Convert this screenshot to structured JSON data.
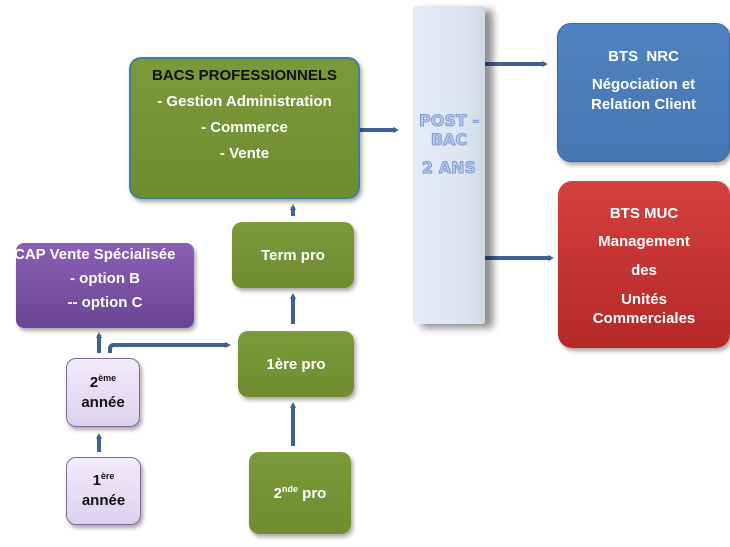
{
  "diagram": {
    "bacs_pro": {
      "title": "BACS PROFESSIONNELS",
      "items": [
        "- Gestion Administration",
        "- Commerce",
        "- Vente"
      ]
    },
    "term_pro": {
      "label": "Term pro"
    },
    "premiere_pro": {
      "label": "1ère pro"
    },
    "seconde_pro": {
      "num": "2",
      "sup": "nde",
      "rest": " pro"
    },
    "post_bac": {
      "line1": "POST -",
      "line2": "BAC",
      "line3": "2 ANS"
    },
    "bts_nrc": {
      "title": "BTS  NRC",
      "line1": "Négociation et",
      "line2": "Relation Client"
    },
    "bts_muc": {
      "title": "BTS MUC",
      "line1": "Management",
      "line2": "des",
      "line3": "Unités",
      "line4": "Commerciales"
    },
    "cap": {
      "title": "CAP Vente Spécialisée",
      "option1": "- option B",
      "option2": "-- option C"
    },
    "annee2": {
      "num": "2",
      "sup": "ème",
      "word": "année"
    },
    "annee1": {
      "num": "1",
      "sup": "ère",
      "word": "année"
    },
    "colors": {
      "green": "#76953a",
      "blue": "#4f82c0",
      "red": "#c93434",
      "purple": "#7a52a5",
      "lilac": "#e8def5",
      "arrow": "#3e6294",
      "postbac_bg": "#dfe8f3"
    }
  }
}
